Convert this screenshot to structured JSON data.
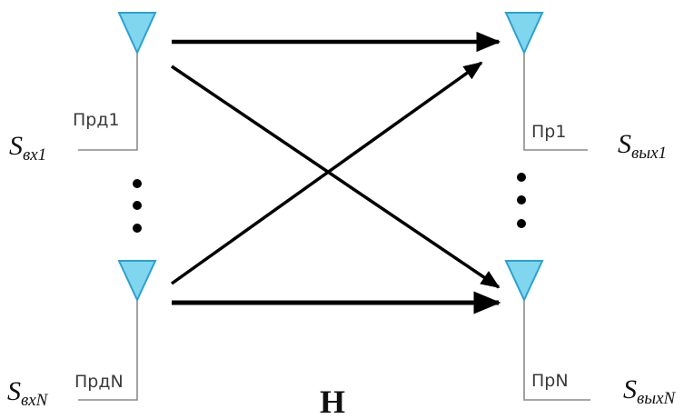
{
  "transmitters": {
    "first": {
      "label": "Прд1",
      "signal": "S",
      "signal_sub": "вх1"
    },
    "last": {
      "label": "ПрдN",
      "signal": "S",
      "signal_sub": "вхN"
    }
  },
  "receivers": {
    "first": {
      "label": "Пр1",
      "signal": "S",
      "signal_sub": "вых1"
    },
    "last": {
      "label": "ПрN",
      "signal": "S",
      "signal_sub": "выхN"
    }
  },
  "channel_matrix_label": "H",
  "colors": {
    "antenna_fill": "#7fd6ee",
    "antenna_stroke": "#2f9fcf",
    "arrow": "#000000",
    "mast": "#8a8a8a"
  }
}
